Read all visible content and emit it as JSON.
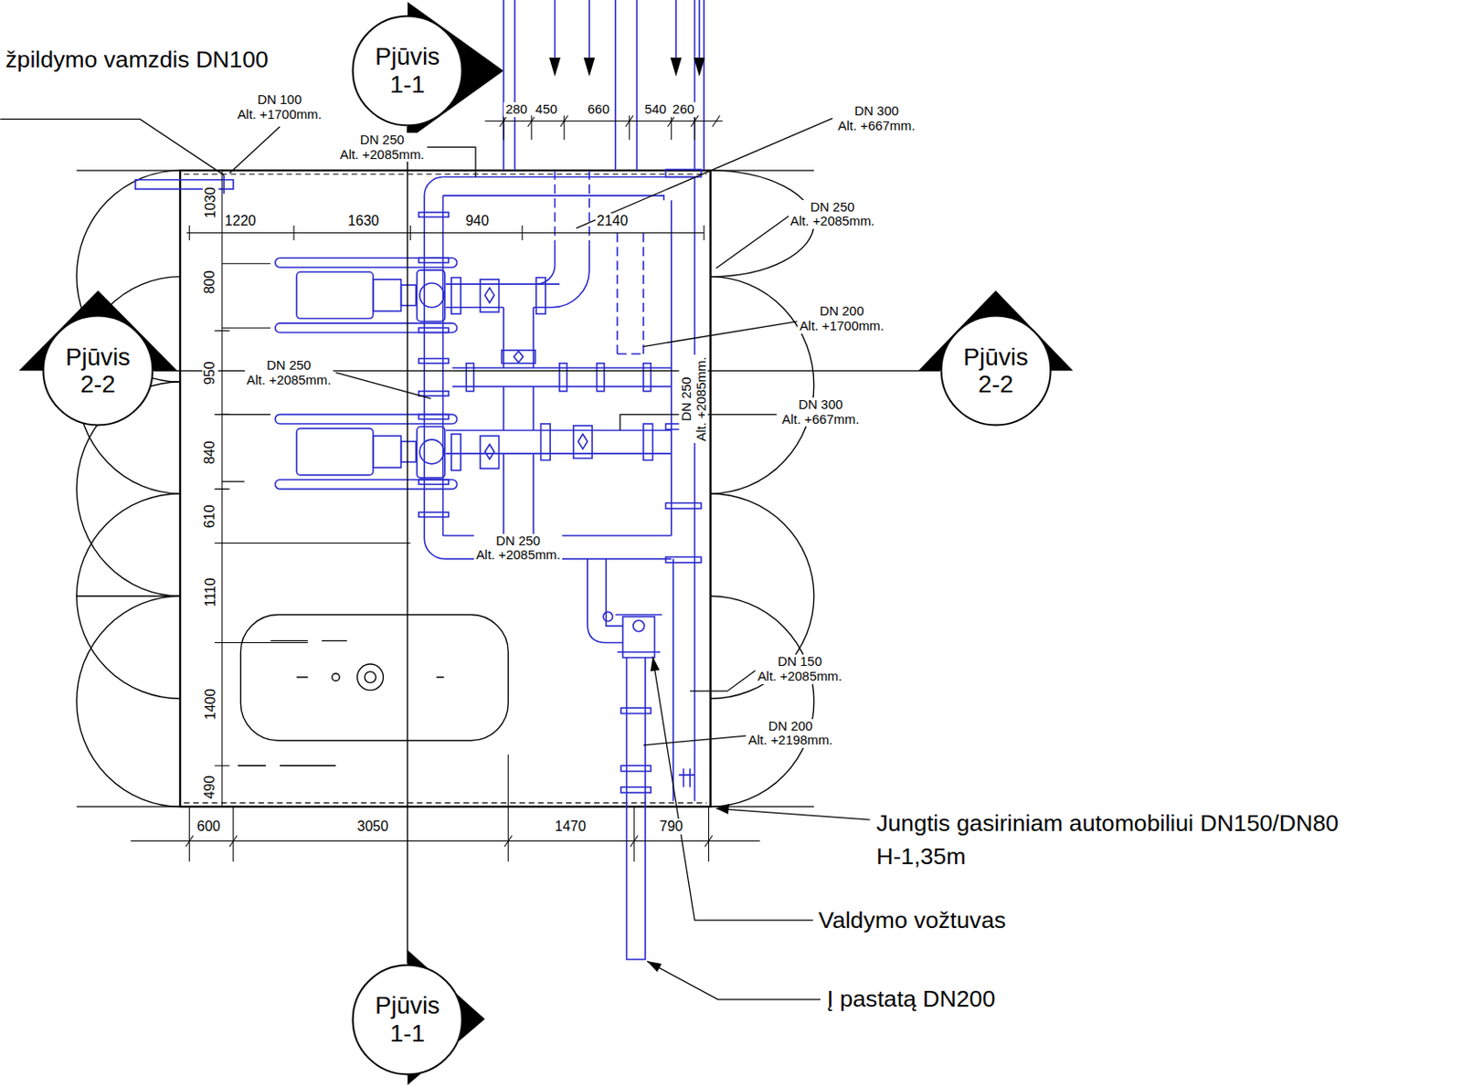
{
  "diagram": {
    "nodes": [
      {
        "text": [
          "Pjūvis 1-1"
        ]
      },
      {
        "text": [
          "Pjūvis 2-2"
        ]
      },
      {
        "text": [
          "Pjūvis 2-2"
        ]
      },
      {
        "text": [
          "Pjūvis 1-1"
        ]
      }
    ],
    "edges": [
      {
        "from": 0,
        "to": 3,
        "arrow": "none"
      },
      {
        "from": 1,
        "to": 2,
        "arrow": "none"
      }
    ],
    "labels": [
      "žpildymo vamzdis DN100",
      "DN 100 Alt. +1700mm.",
      "DN 250 Alt. +2085mm.",
      "DN 300 Alt. +667mm.",
      "DN 250 Alt. +2085mm.",
      "DN 200 Alt. +1700mm.",
      "DN 250 Alt. +2085mm.",
      "DN 250 Alt. +2085mm.",
      "DN 300 Alt. +667mm.",
      "DN 250 Alt. +2085mm.",
      "DN 150 Alt. +2085mm.",
      "DN 200 Alt. +2198mm.",
      "Jungtis gasiriniam automobiliui DN150/DN80",
      "H-1,35m",
      "Valdymo vožtuvas",
      "Į pastatą DN200",
      "280",
      "450",
      "660",
      "540",
      "260",
      "1220",
      "1630",
      "940",
      "2140",
      "1030",
      "800",
      "950",
      "840",
      "610",
      "1110",
      "1400",
      "490",
      "600",
      "3050",
      "1470",
      "790"
    ]
  }
}
